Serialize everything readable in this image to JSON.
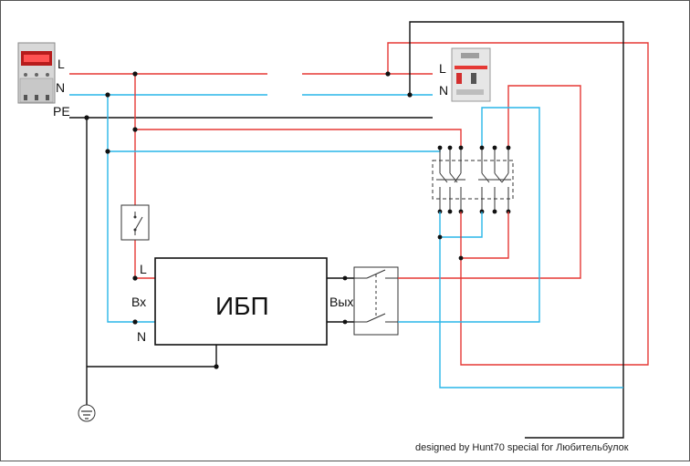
{
  "colors": {
    "phase": "#e53935",
    "neutral": "#29b6e8",
    "ground": "#111111",
    "frame": "#555555"
  },
  "meter": {
    "label_l": "L",
    "label_n": "N",
    "label_pe": "PE"
  },
  "rcd": {
    "label_l": "L",
    "label_n": "N"
  },
  "ups": {
    "title": "ИБП",
    "input_label": "Вх",
    "output_label": "Вых",
    "input_l": "L",
    "input_n": "N"
  },
  "icons": {
    "ground": "ground-symbol-icon",
    "switch": "single-pole-switch-icon",
    "changeover": "double-pole-changeover-switch-icon",
    "breakers": "four-pole-breaker-block-icon"
  },
  "credit": "designed by Hunt70 special for Любительбулок"
}
